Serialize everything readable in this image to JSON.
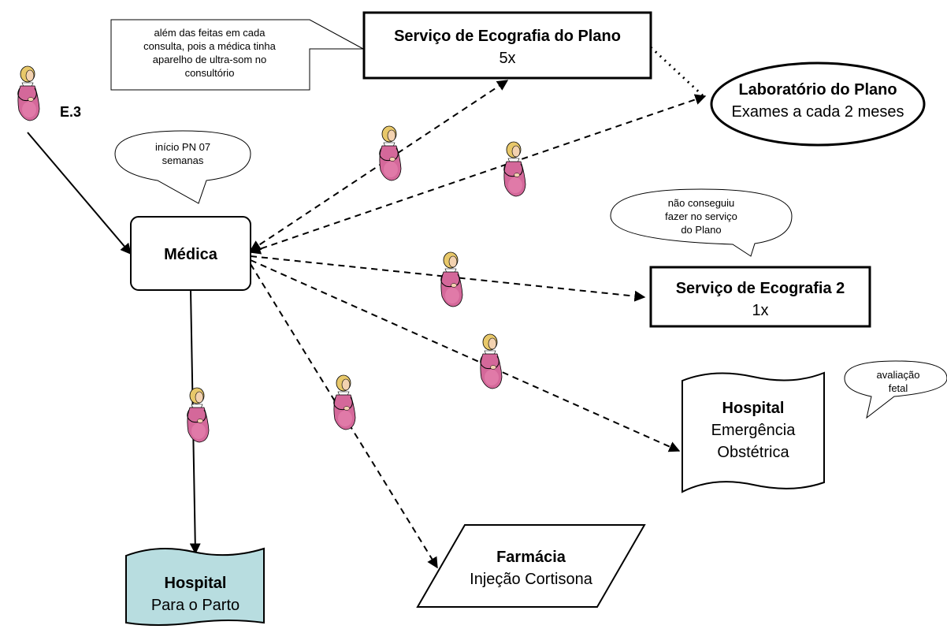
{
  "patient_label": "E.3",
  "colors": {
    "hospital_parto_fill": "#b8dde0",
    "figure_dress": "#d4689a",
    "figure_skin": "#f3d2b0",
    "figure_hair": "#e8c86a"
  },
  "nodes": {
    "medica": {
      "title": "Médica"
    },
    "eco_plano": {
      "title": "Serviço de Ecografia do Plano",
      "subtitle": "5x"
    },
    "lab_plano": {
      "title": "Laboratório do Plano",
      "subtitle": "Exames a cada 2 meses"
    },
    "eco_2": {
      "title": "Serviço de Ecografia 2",
      "subtitle": "1x"
    },
    "hospital_emergencia": {
      "title": "Hospital",
      "line2": "Emergência",
      "line3": "Obstétrica"
    },
    "farmacia": {
      "title": "Farmácia",
      "subtitle": "Injeção Cortisona"
    },
    "hospital_parto": {
      "title": "Hospital",
      "subtitle": "Para o Parto"
    }
  },
  "callouts": {
    "eco_note": {
      "line1": "além das feitas em cada",
      "line2": "consulta,  pois a médica tinha",
      "line3": "aparelho de ultra-som no",
      "line4": "consultório"
    },
    "inicio_pn": {
      "line1": "início PN 07",
      "line2": "semanas"
    },
    "nao_conseguiu": {
      "line1": "não conseguiu",
      "line2": "fazer no serviço",
      "line3": "do Plano"
    },
    "avaliacao": {
      "line1": "avaliação",
      "line2": "fetal"
    }
  }
}
